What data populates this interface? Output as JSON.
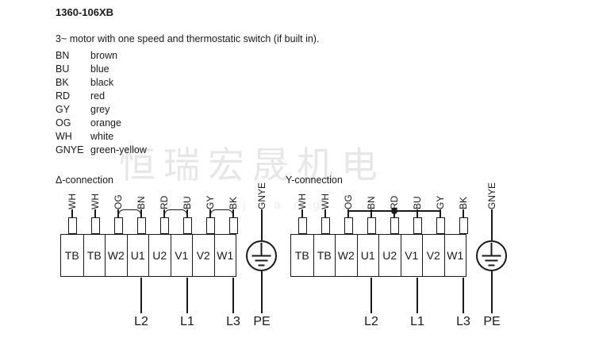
{
  "title": "1360-106XB",
  "subtitle": "3~ motor with one speed and thermostatic switch (if built in).",
  "legend": {
    "rows": [
      {
        "code": "BN",
        "color": "brown"
      },
      {
        "code": "BU",
        "color": "blue"
      },
      {
        "code": "BK",
        "color": "black"
      },
      {
        "code": "RD",
        "color": "red"
      },
      {
        "code": "GY",
        "color": "grey"
      },
      {
        "code": "OG",
        "color": "orange"
      },
      {
        "code": "WH",
        "color": "white"
      },
      {
        "code": "GNYE",
        "color": "green-yellow"
      }
    ]
  },
  "watermark": {
    "text": "恒瑞宏晟机电",
    "subtext": "w w w . j i a n g"
  },
  "delta": {
    "label": "Δ-connection",
    "terminals": [
      "TB",
      "TB",
      "W2",
      "U1",
      "U2",
      "V1",
      "V2",
      "W1"
    ],
    "wires": [
      "WH",
      "WH",
      "OG",
      "BN",
      "RD",
      "BU",
      "GY",
      "BK"
    ],
    "earth_wire": "GNYE",
    "supply": [
      "L2",
      "L1",
      "L3"
    ],
    "pe_label": "PE"
  },
  "wye": {
    "label": "Y-connection",
    "terminals": [
      "TB",
      "TB",
      "W2",
      "U1",
      "U2",
      "V1",
      "V2",
      "W1"
    ],
    "wires": [
      "WH",
      "WH",
      "OG",
      "BN",
      "RD",
      "BU",
      "GY",
      "BK"
    ],
    "earth_wire": "GNYE",
    "supply": [
      "L2",
      "L1",
      "L3"
    ],
    "pe_label": "PE"
  }
}
